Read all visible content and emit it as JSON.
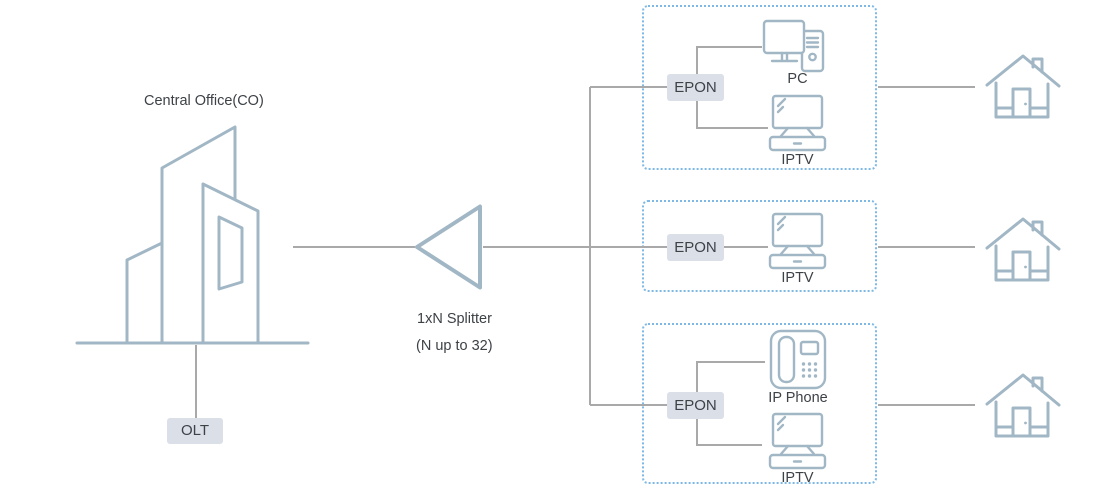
{
  "colors": {
    "icon_stroke": "#a2b7c5",
    "connector_line": "#a9a9a9",
    "group_border": "#7db9e4",
    "chip_bg": "#dbdfe8",
    "text": "#3d4247",
    "background": "#ffffff"
  },
  "diagram": {
    "central_office": {
      "label": "Central Office(CO)"
    },
    "olt": {
      "label": "OLT"
    },
    "splitter": {
      "line1": "1xN Splitter",
      "line2": "(N up to 32)"
    },
    "groups": [
      {
        "epon_label": "EPON",
        "devices": [
          {
            "type": "pc",
            "label": "PC"
          },
          {
            "type": "iptv",
            "label": "IPTV"
          }
        ]
      },
      {
        "epon_label": "EPON",
        "devices": [
          {
            "type": "iptv",
            "label": "IPTV"
          }
        ]
      },
      {
        "epon_label": "EPON",
        "devices": [
          {
            "type": "ip-phone",
            "label": "IP Phone"
          },
          {
            "type": "iptv",
            "label": "IPTV"
          }
        ]
      }
    ]
  }
}
